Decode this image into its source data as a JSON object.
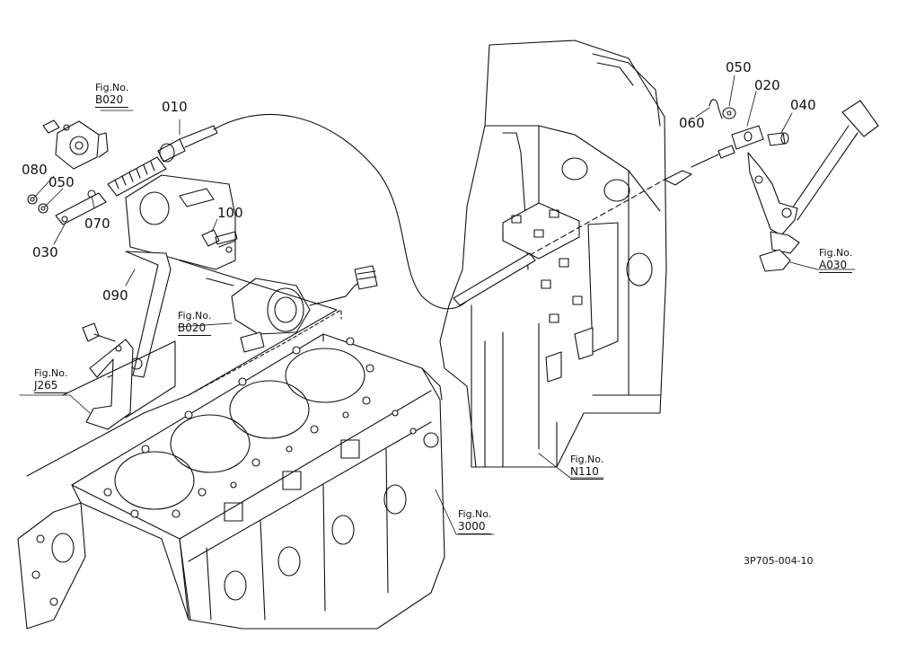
{
  "diagram": {
    "document_code": "3P705-004-10",
    "callouts": [
      {
        "id": "p010",
        "label": "010"
      },
      {
        "id": "p020",
        "label": "020"
      },
      {
        "id": "p030",
        "label": "030"
      },
      {
        "id": "p040",
        "label": "040"
      },
      {
        "id": "p050a",
        "label": "050"
      },
      {
        "id": "p050b",
        "label": "050"
      },
      {
        "id": "p060",
        "label": "060"
      },
      {
        "id": "p070",
        "label": "070"
      },
      {
        "id": "p080",
        "label": "080"
      },
      {
        "id": "p090",
        "label": "090"
      },
      {
        "id": "p100",
        "label": "100"
      }
    ],
    "fig_refs": [
      {
        "id": "b020a",
        "label": "Fig.No.",
        "number": "B020"
      },
      {
        "id": "b020b",
        "label": "Fig.No.",
        "number": "B020"
      },
      {
        "id": "j265",
        "label": "Fig.No.",
        "number": "J265"
      },
      {
        "id": "a030",
        "label": "Fig.No.",
        "number": "A030"
      },
      {
        "id": "n110",
        "label": "Fig.No.",
        "number": "N110"
      },
      {
        "id": "f3000",
        "label": "Fig.No.",
        "number": "3000"
      }
    ]
  }
}
